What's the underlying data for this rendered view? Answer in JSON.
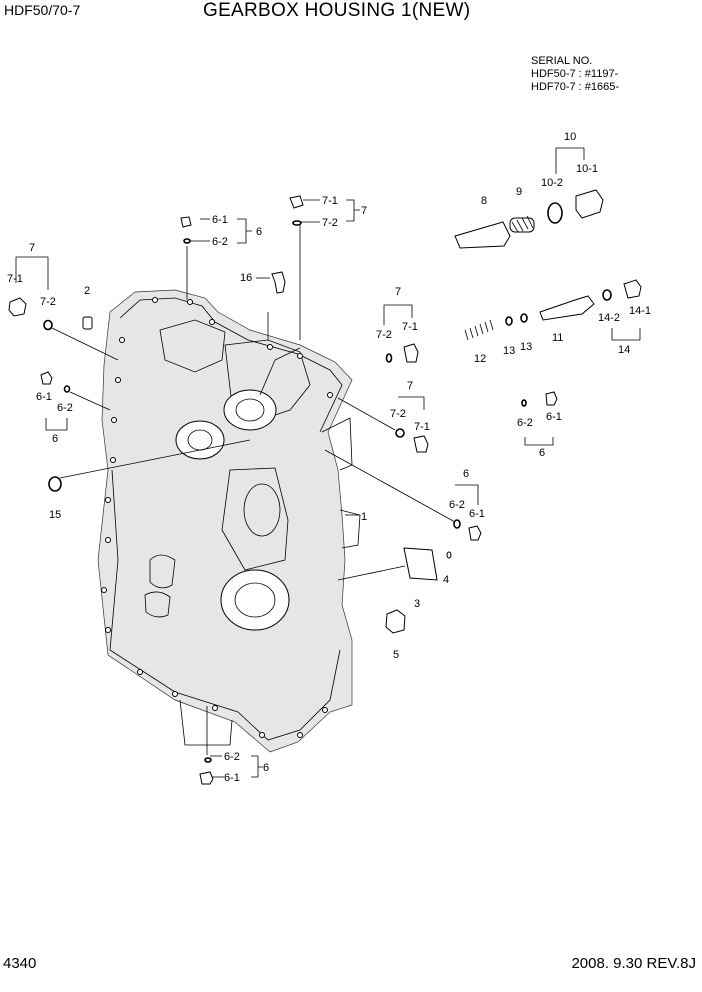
{
  "header": {
    "model": "HDF50/70-7",
    "title": "GEARBOX HOUSING 1(NEW)"
  },
  "serial": {
    "heading": "SERIAL NO.",
    "line1": "HDF50-7 : #1197-",
    "line2": "HDF70-7 : #1665-"
  },
  "footer": {
    "page": "4340",
    "revision": "2008. 9.30  REV.8J"
  },
  "callouts": {
    "c1": "1",
    "c2": "2",
    "c3": "3",
    "c4": "4",
    "c5": "5",
    "c6a": "6",
    "c6a1": "6-1",
    "c6a2": "6-2",
    "c6b": "6",
    "c6b1": "6-1",
    "c6b2": "6-2",
    "c6c": "6",
    "c6c1": "6-1",
    "c6c2": "6-2",
    "c6d": "6",
    "c6d1": "6-1",
    "c6d2": "6-2",
    "c6e": "6",
    "c6e1": "6-1",
    "c6e2": "6-2",
    "c7a": "7",
    "c7a1": "7-1",
    "c7a2": "7-2",
    "c7b": "7",
    "c7b1": "7-1",
    "c7b2": "7-2",
    "c7c": "7",
    "c7c1": "7-1",
    "c7c2": "7-2",
    "c7d": "7",
    "c7d1": "7-1",
    "c7d2": "7-2",
    "c8": "8",
    "c9": "9",
    "c10": "10",
    "c101": "10-1",
    "c102": "10-2",
    "c11": "11",
    "c12": "12",
    "c13a": "13",
    "c13b": "13",
    "c14": "14",
    "c141": "14-1",
    "c142": "14-2",
    "c15": "15",
    "c16": "16"
  }
}
